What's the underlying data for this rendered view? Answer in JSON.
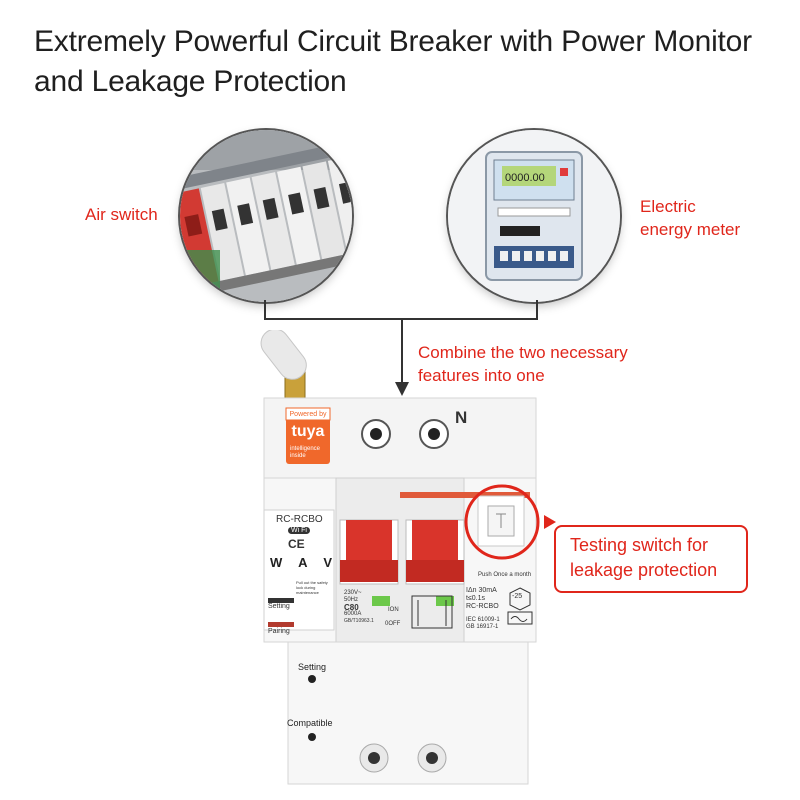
{
  "title": "Extremely Powerful Circuit Breaker with Power Monitor and Leakage Protection",
  "labels": {
    "air_switch": "Air switch",
    "energy_meter_line1": "Electric",
    "energy_meter_line2": "energy meter",
    "combine_line1": "Combine the two necessary",
    "combine_line2": "features into one",
    "testing_line1": "Testing switch for",
    "testing_line2": "leakage protection"
  },
  "device": {
    "brand_top": "Powered by",
    "brand_name": "tuya",
    "brand_bottom": "intelligence inside",
    "terminal_label": "N",
    "model": "RC-RCBO",
    "wifi": "Wi Fi",
    "ce": "CE",
    "units": [
      "W",
      "A",
      "V"
    ],
    "setting_small": "Setting",
    "pairing_small": "Pairing",
    "safety_note": "Pull out the safety lock during maintenance",
    "spec_voltage": "230V~",
    "spec_freq": "50Hz",
    "spec_rating": "C80",
    "spec_capacity": "6000A",
    "spec_standard": "GB/T10963.1",
    "on_label": "ION",
    "off_label": "0OFF",
    "push_note": "Push Once a month",
    "leak_current": "IΔn 30mA",
    "trip_time": "t≤0.1s",
    "model_right": "RC-RCBO",
    "temp": "-25",
    "std1": "IEC 61009-1",
    "std2": "GB 16917-1",
    "setting_button": "Setting",
    "compatible_button": "Compatible"
  },
  "colors": {
    "accent_red": "#e0261b",
    "handle_red": "#d9342b",
    "tuya_orange": "#f0682b",
    "indicator_green": "#6cc84a"
  }
}
